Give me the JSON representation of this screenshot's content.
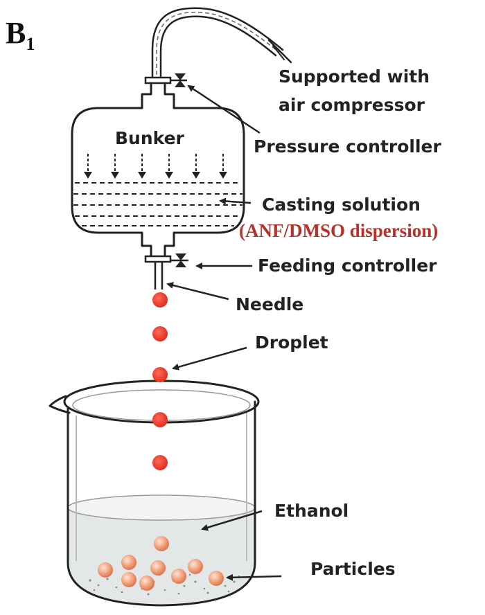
{
  "panel": {
    "label": "B",
    "subscript": "1"
  },
  "labels": {
    "supported_line1": "Supported with",
    "supported_line2": "air compressor",
    "bunker": "Bunker",
    "pressure_controller": "Pressure controller",
    "casting_solution": "Casting solution",
    "dispersion": "(ANF/DMSO dispersion)",
    "feeding_controller": "Feeding controller",
    "needle": "Needle",
    "droplet": "Droplet",
    "ethanol": "Ethanol",
    "particles": "Particles"
  },
  "colors": {
    "droplet": "#e8352a",
    "dispersion_text": "#b5322c",
    "particle": "#f2a27d",
    "ethanol": "#e3e6e6",
    "line": "#222222"
  }
}
